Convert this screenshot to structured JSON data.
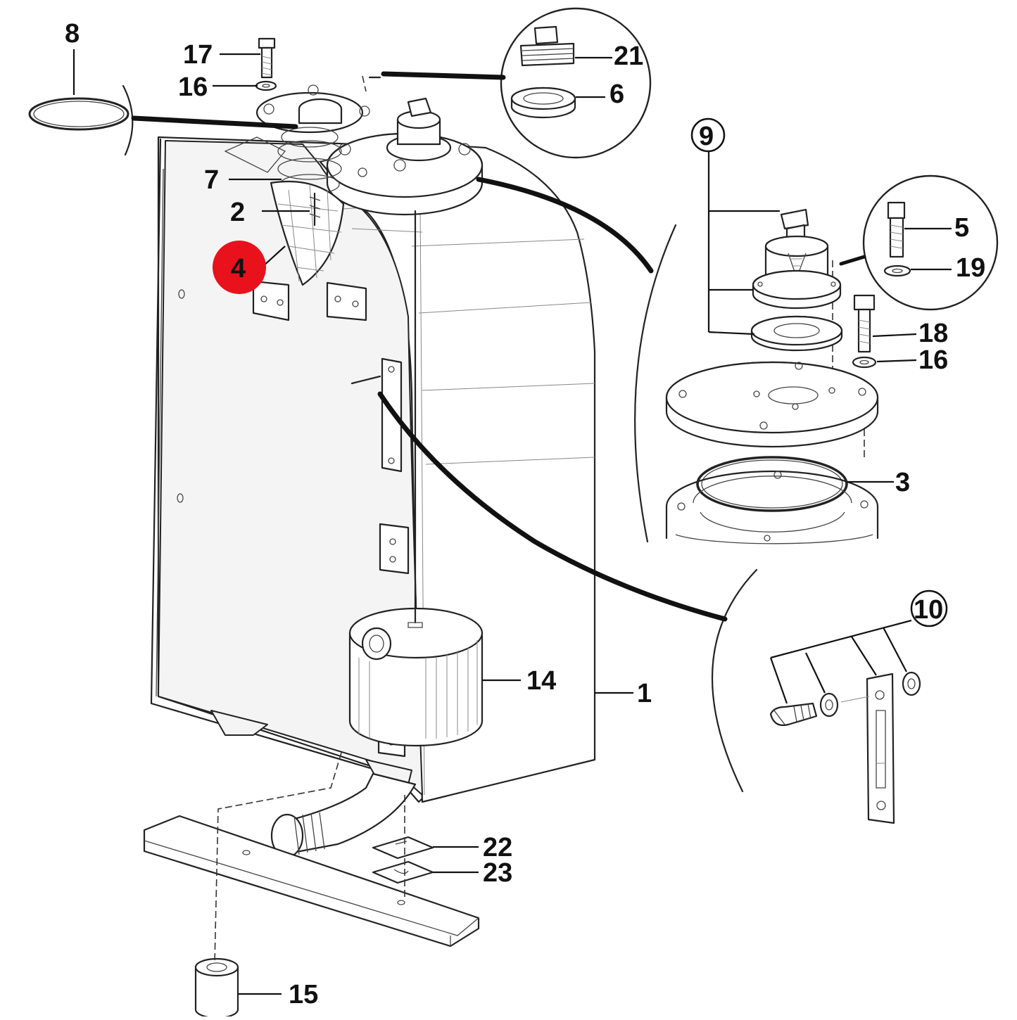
{
  "callouts": [
    {
      "id": "8",
      "text": "8"
    },
    {
      "id": "17",
      "text": "17"
    },
    {
      "id": "16a",
      "text": "16"
    },
    {
      "id": "21",
      "text": "21"
    },
    {
      "id": "6",
      "text": "6"
    },
    {
      "id": "7",
      "text": "7"
    },
    {
      "id": "2",
      "text": "2"
    },
    {
      "id": "4",
      "text": "4"
    },
    {
      "id": "9",
      "text": "9"
    },
    {
      "id": "5",
      "text": "5"
    },
    {
      "id": "19",
      "text": "19"
    },
    {
      "id": "18",
      "text": "18"
    },
    {
      "id": "16b",
      "text": "16"
    },
    {
      "id": "3",
      "text": "3"
    },
    {
      "id": "10",
      "text": "10"
    },
    {
      "id": "14",
      "text": "14"
    },
    {
      "id": "1",
      "text": "1"
    },
    {
      "id": "22",
      "text": "22"
    },
    {
      "id": "23",
      "text": "23"
    },
    {
      "id": "15",
      "text": "15"
    }
  ],
  "highlight": {
    "callout": "4",
    "color": "#e8111c"
  }
}
